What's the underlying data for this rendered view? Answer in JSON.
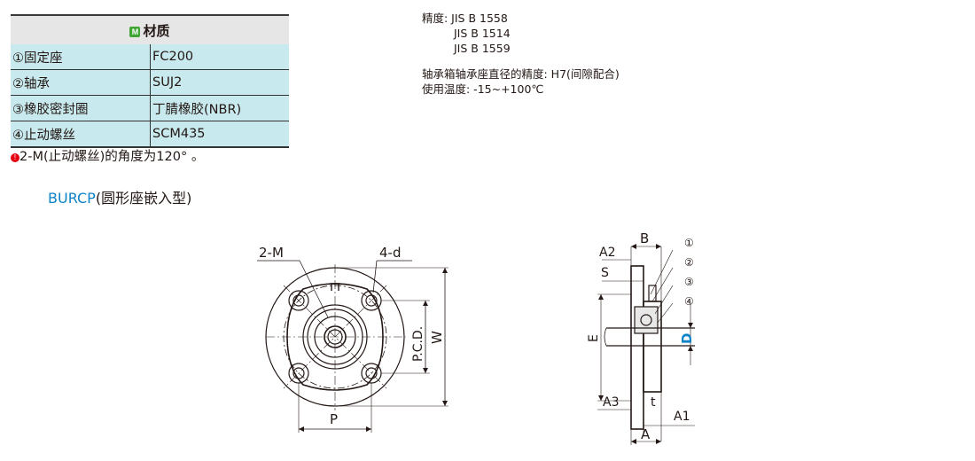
{
  "material_table": {
    "header_badge": "M",
    "header": "材质",
    "rows": [
      {
        "part": "①固定座",
        "material": "FC200"
      },
      {
        "part": "②轴承",
        "material": "SUJ2"
      },
      {
        "part": "③橡胶密封圈",
        "material": "丁腈橡胶(NBR)"
      },
      {
        "part": "④止动螺丝",
        "material": "SCM435"
      }
    ]
  },
  "note": {
    "icon": "warning-icon",
    "text": "2-M(止动螺丝)的角度为120° 。"
  },
  "section_title": {
    "code": "BURCP",
    "desc": "(圆形座嵌入型)"
  },
  "specs": {
    "precision_label": "精度: JIS B 1558",
    "precision_2": "JIS B 1514",
    "precision_3": "JIS B 1559",
    "housing_precision": "轴承箱轴承座直径的精度: H7(间隙配合)",
    "temperature": "使用温度:   -15~+100℃"
  },
  "front_view_labels": {
    "m": "2-M",
    "d": "4-d",
    "p": "P",
    "pcd": "P.C.D.",
    "w": "W"
  },
  "side_view_labels": {
    "a2": "A2",
    "b": "B",
    "s": "S",
    "e": "E",
    "d": "D",
    "a3": "A3",
    "t": "t",
    "a1": "A1",
    "a": "A",
    "c1": "①",
    "c2": "②",
    "c3": "③",
    "c4": "④"
  },
  "colors": {
    "table_bg": "#c8e9ed",
    "header_bg": "#e6e6e6",
    "accent_blue": "#0f83c7",
    "badge_green": "#3fa535",
    "warn_red": "#e60012"
  }
}
